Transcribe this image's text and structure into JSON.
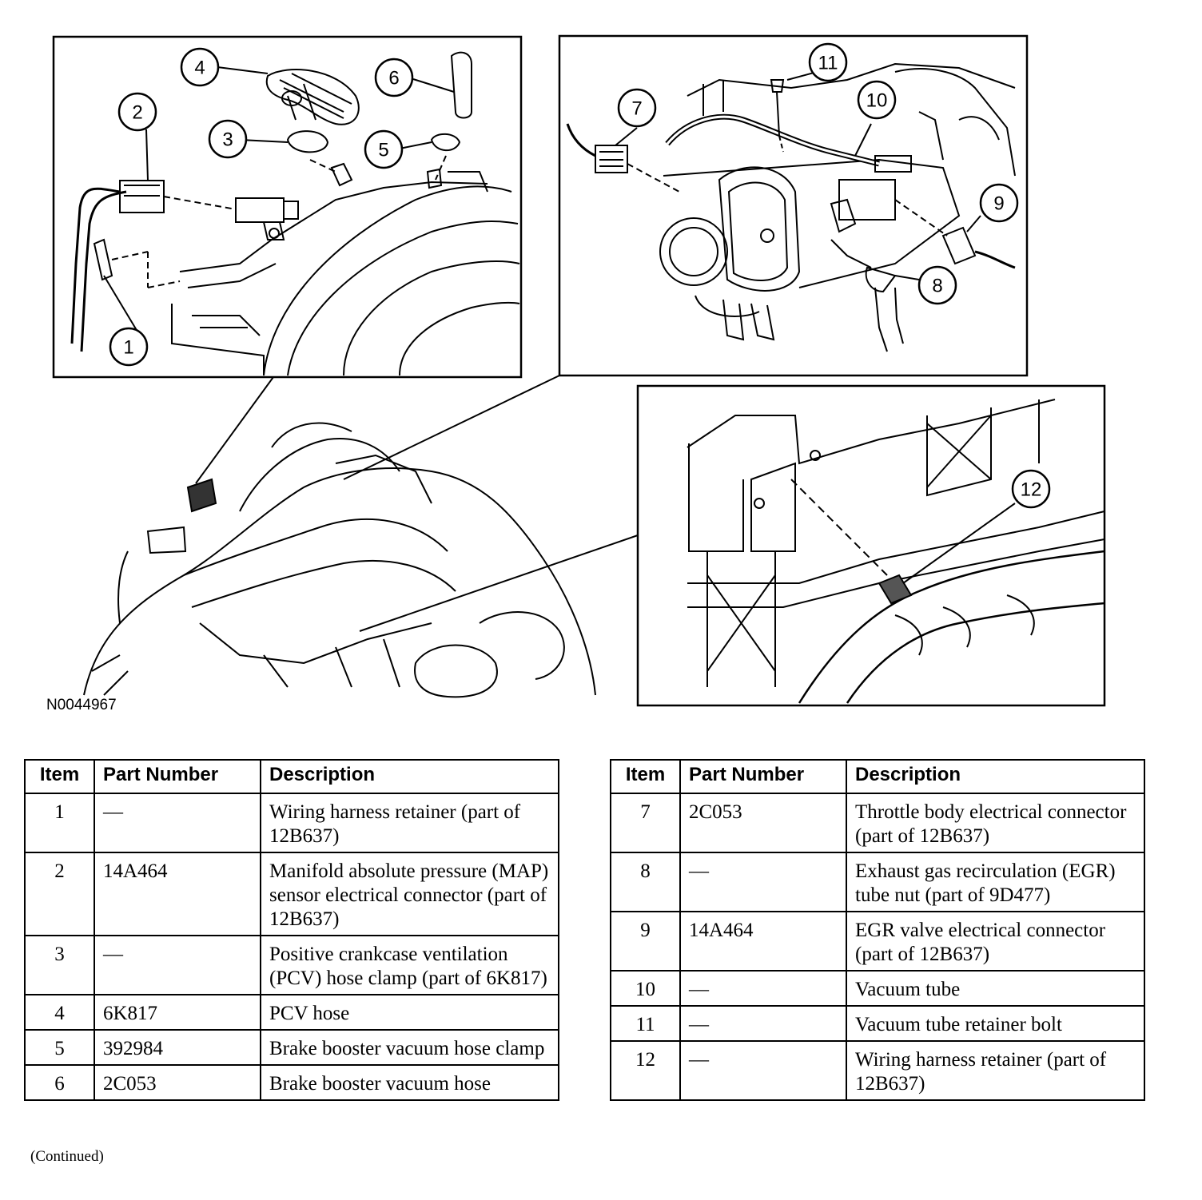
{
  "figure": {
    "id": "N0044967",
    "callouts": [
      "1",
      "2",
      "3",
      "4",
      "5",
      "6",
      "7",
      "8",
      "9",
      "10",
      "11",
      "12"
    ]
  },
  "table_headers": {
    "item": "Item",
    "part_number": "Part Number",
    "description": "Description"
  },
  "parts_left": [
    {
      "item": "1",
      "part_number": "—",
      "description": "Wiring harness retainer (part of 12B637)"
    },
    {
      "item": "2",
      "part_number": "14A464",
      "description": "Manifold absolute pressure (MAP) sensor electrical connector (part of 12B637)"
    },
    {
      "item": "3",
      "part_number": "—",
      "description": "Positive crankcase ventilation (PCV) hose clamp (part of 6K817)"
    },
    {
      "item": "4",
      "part_number": "6K817",
      "description": "PCV hose"
    },
    {
      "item": "5",
      "part_number": "392984",
      "description": "Brake booster vacuum hose clamp"
    },
    {
      "item": "6",
      "part_number": "2C053",
      "description": "Brake booster vacuum hose"
    }
  ],
  "parts_right": [
    {
      "item": "7",
      "part_number": "2C053",
      "description": "Throttle body electrical connector (part of 12B637)"
    },
    {
      "item": "8",
      "part_number": "—",
      "description": "Exhaust gas recirculation (EGR) tube nut (part of 9D477)"
    },
    {
      "item": "9",
      "part_number": "14A464",
      "description": "EGR valve electrical connector (part of 12B637)"
    },
    {
      "item": "10",
      "part_number": "—",
      "description": "Vacuum tube"
    },
    {
      "item": "11",
      "part_number": "—",
      "description": "Vacuum tube retainer bolt"
    },
    {
      "item": "12",
      "part_number": "—",
      "description": "Wiring harness retainer (part of 12B637)"
    }
  ],
  "footer_note": "(Continued)"
}
